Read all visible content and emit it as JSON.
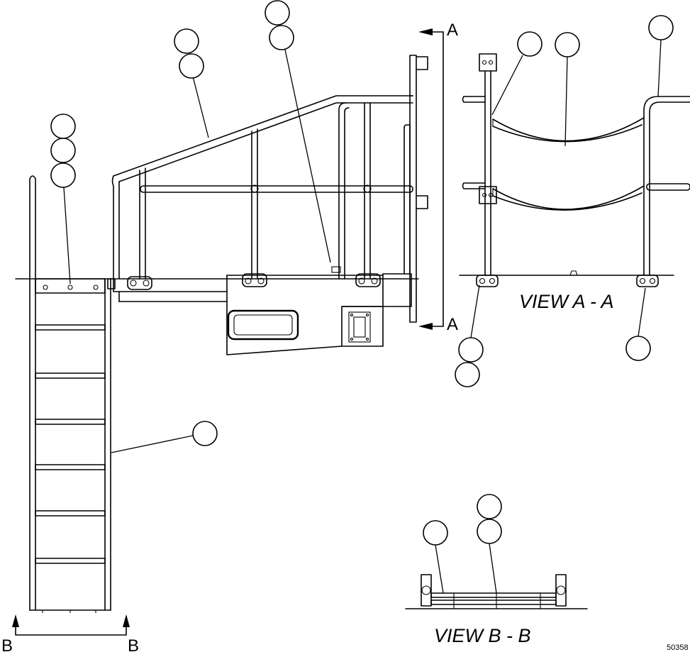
{
  "labels": {
    "view_a": "VIEW A - A",
    "view_b": "VIEW B - B",
    "section_a_top": "A",
    "section_a_bottom": "A",
    "section_b_left": "B",
    "section_b_right": "B",
    "figure_number": "50358"
  },
  "colors": {
    "ink": "#000000",
    "paper": "#ffffff"
  }
}
